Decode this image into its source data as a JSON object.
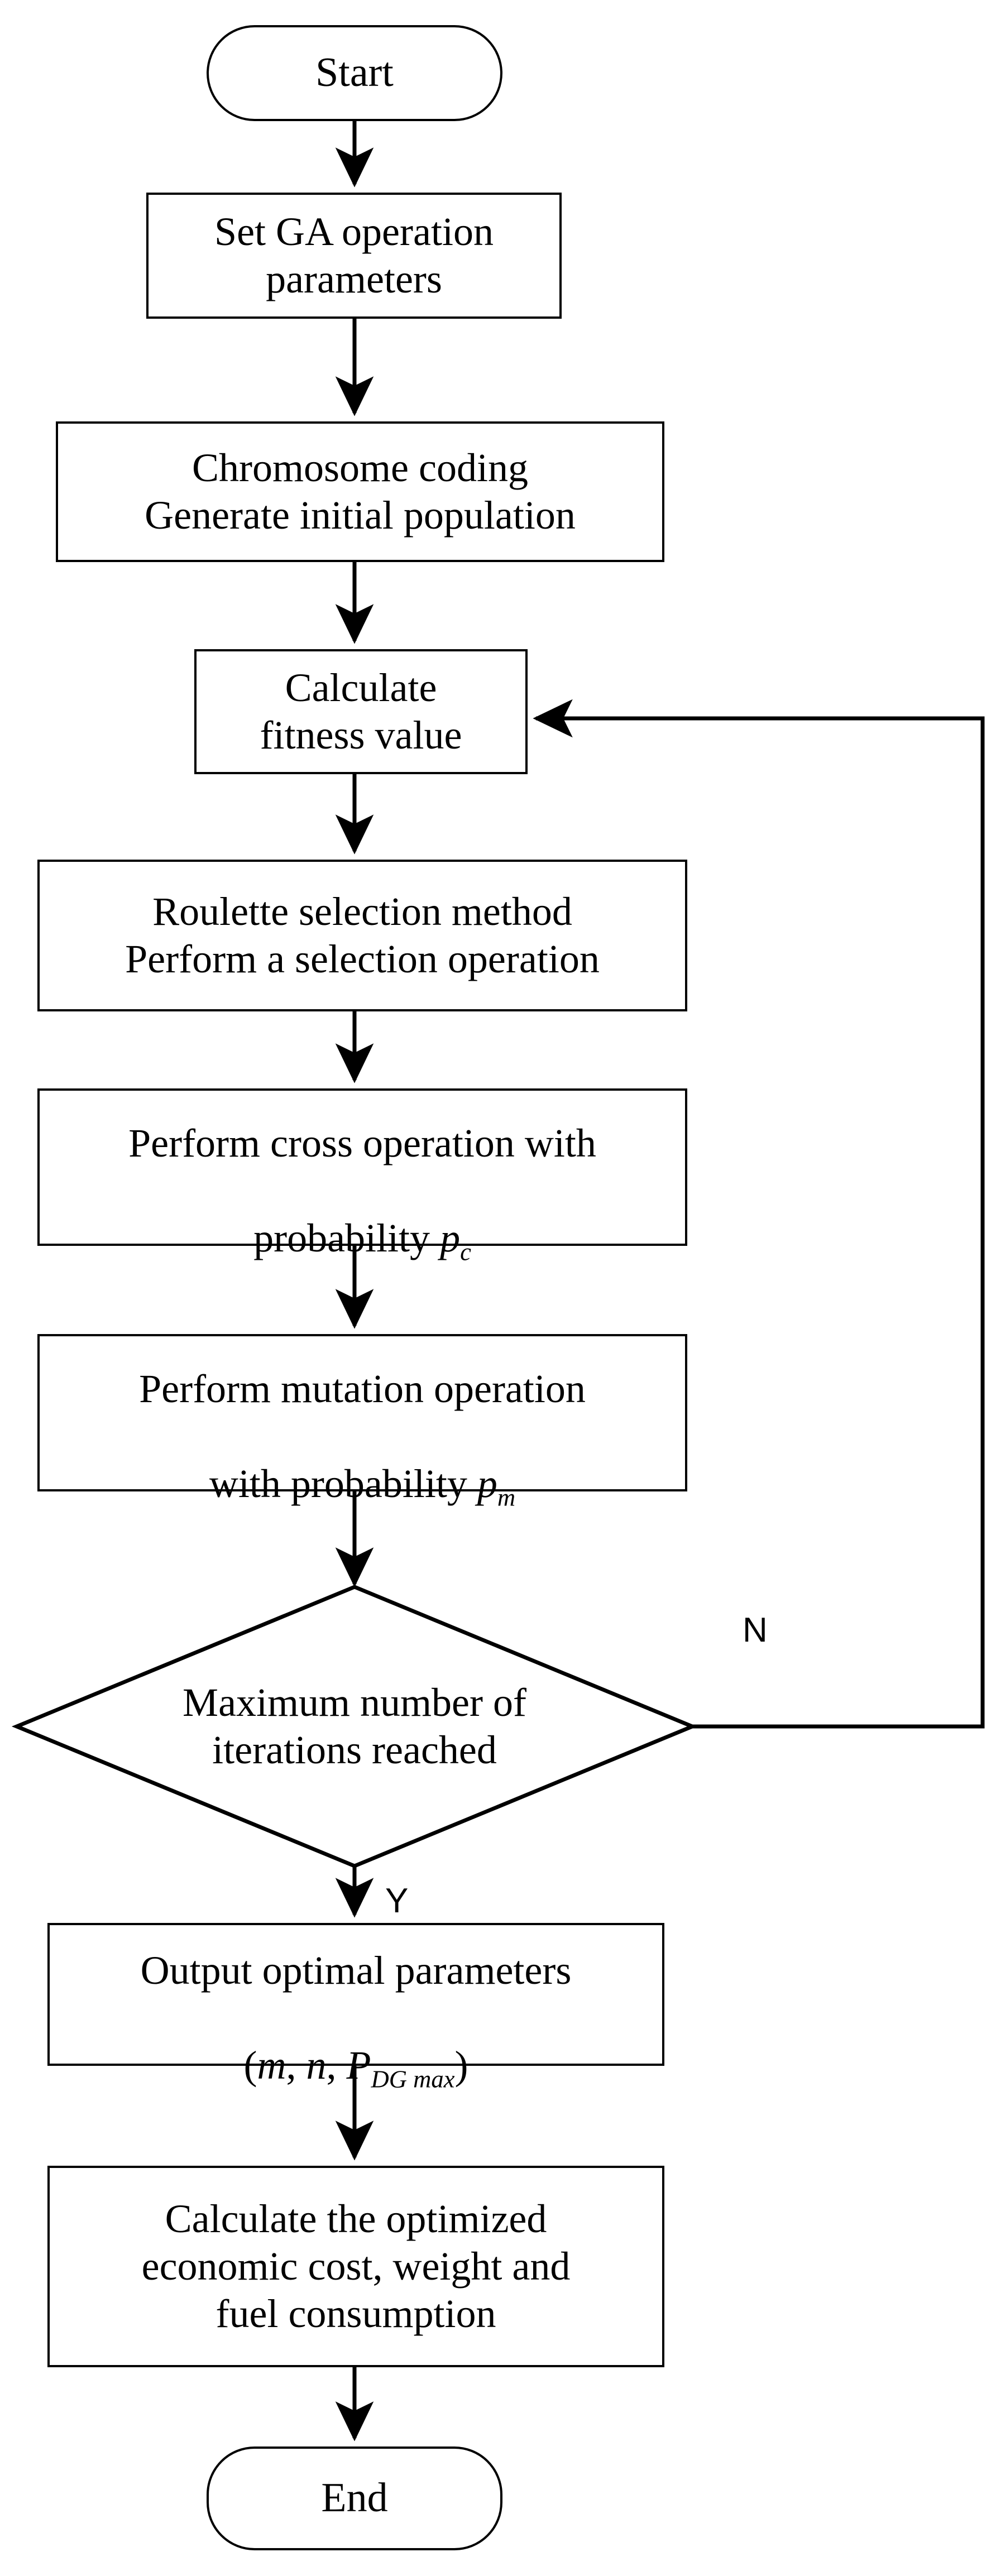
{
  "diagram": {
    "title": "Genetic Algorithm optimization flowchart",
    "type": "flowchart",
    "background_color": "#ffffff",
    "line_color": "#000000",
    "text_color": "#000000"
  },
  "nodes": {
    "start": {
      "shape": "terminal",
      "label": "Start"
    },
    "set_ga_params": {
      "shape": "process",
      "label": "Set GA operation\nparameters"
    },
    "chromosome_coding": {
      "shape": "process",
      "label": "Chromosome coding\nGenerate initial population"
    },
    "calculate_fitness": {
      "shape": "process",
      "label": "Calculate\nfitness value"
    },
    "roulette_selection": {
      "shape": "process",
      "label": "Roulette selection method\nPerform a selection operation"
    },
    "cross_operation": {
      "shape": "process",
      "line1": "Perform cross operation with",
      "line2_prefix": "probability ",
      "line2_symbol": "p",
      "line2_subscript": "c"
    },
    "mutation_operation": {
      "shape": "process",
      "line1": "Perform mutation operation",
      "line2_prefix": "with probability ",
      "line2_symbol": "p",
      "line2_subscript": "m"
    },
    "max_iterations": {
      "shape": "decision",
      "label": "Maximum number of\niterations reached"
    },
    "output_optimal": {
      "shape": "process",
      "line1": "Output optimal parameters",
      "line2_open": "(",
      "line2_var1": "m",
      "line2_sep1": ", ",
      "line2_var2": "n",
      "line2_sep2": ", ",
      "line2_var3": "P",
      "line2_var3_subscript": "DG max",
      "line2_close": ")"
    },
    "calculate_optimized": {
      "shape": "process",
      "label": "Calculate the optimized\neconomic cost, weight and\nfuel consumption"
    },
    "end": {
      "shape": "terminal",
      "label": "End"
    }
  },
  "branch_labels": {
    "no": "N",
    "yes": "Y"
  },
  "edges": [
    {
      "from": "start",
      "to": "set_ga_params",
      "label": ""
    },
    {
      "from": "set_ga_params",
      "to": "chromosome_coding",
      "label": ""
    },
    {
      "from": "chromosome_coding",
      "to": "calculate_fitness",
      "label": ""
    },
    {
      "from": "calculate_fitness",
      "to": "roulette_selection",
      "label": ""
    },
    {
      "from": "roulette_selection",
      "to": "cross_operation",
      "label": ""
    },
    {
      "from": "cross_operation",
      "to": "mutation_operation",
      "label": ""
    },
    {
      "from": "mutation_operation",
      "to": "max_iterations",
      "label": ""
    },
    {
      "from": "max_iterations",
      "to": "calculate_fitness",
      "label": "N"
    },
    {
      "from": "max_iterations",
      "to": "output_optimal",
      "label": "Y"
    },
    {
      "from": "output_optimal",
      "to": "calculate_optimized",
      "label": ""
    },
    {
      "from": "calculate_optimized",
      "to": "end",
      "label": ""
    }
  ]
}
